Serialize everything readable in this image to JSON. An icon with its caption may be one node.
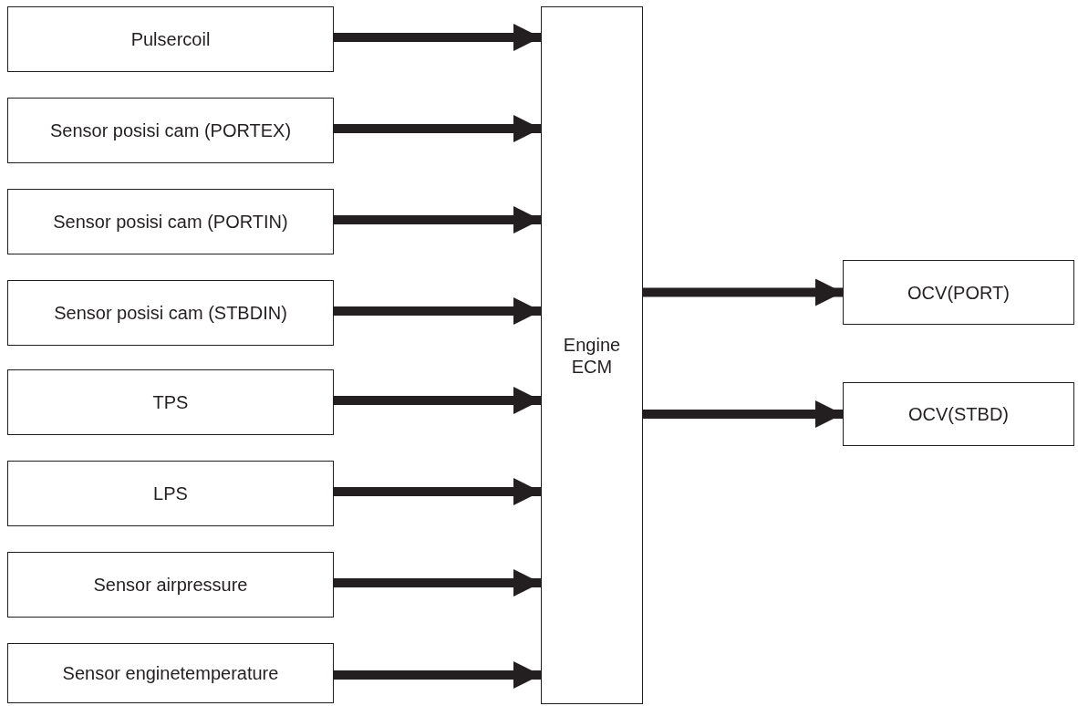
{
  "diagram": {
    "nodes": [
      {
        "text": [
          "Pulsercoil"
        ]
      },
      {
        "text": [
          "Sensor posisi cam (PORTEX)"
        ]
      },
      {
        "text": [
          "Sensor posisi cam (PORTIN)"
        ]
      },
      {
        "text": [
          "Sensor posisi cam (STBDIN)"
        ]
      },
      {
        "text": [
          "TPS"
        ]
      },
      {
        "text": [
          "LPS"
        ]
      },
      {
        "text": [
          "Sensor airpressure"
        ]
      },
      {
        "text": [
          "Sensor enginetemperature"
        ]
      },
      {
        "text": [
          "Engine ECM"
        ]
      },
      {
        "text": [
          "OCV(PORT)"
        ]
      },
      {
        "text": [
          "OCV(STBD)"
        ]
      }
    ],
    "edges": [
      {
        "from": 0,
        "to": 8,
        "arrow": "to"
      },
      {
        "from": 1,
        "to": 8,
        "arrow": "to"
      },
      {
        "from": 2,
        "to": 8,
        "arrow": "to"
      },
      {
        "from": 3,
        "to": 8,
        "arrow": "to"
      },
      {
        "from": 4,
        "to": 8,
        "arrow": "to"
      },
      {
        "from": 5,
        "to": 8,
        "arrow": "to"
      },
      {
        "from": 6,
        "to": 8,
        "arrow": "to"
      },
      {
        "from": 7,
        "to": 8,
        "arrow": "to"
      },
      {
        "from": 8,
        "to": 9,
        "arrow": "to"
      },
      {
        "from": 8,
        "to": 10,
        "arrow": "to"
      }
    ]
  }
}
